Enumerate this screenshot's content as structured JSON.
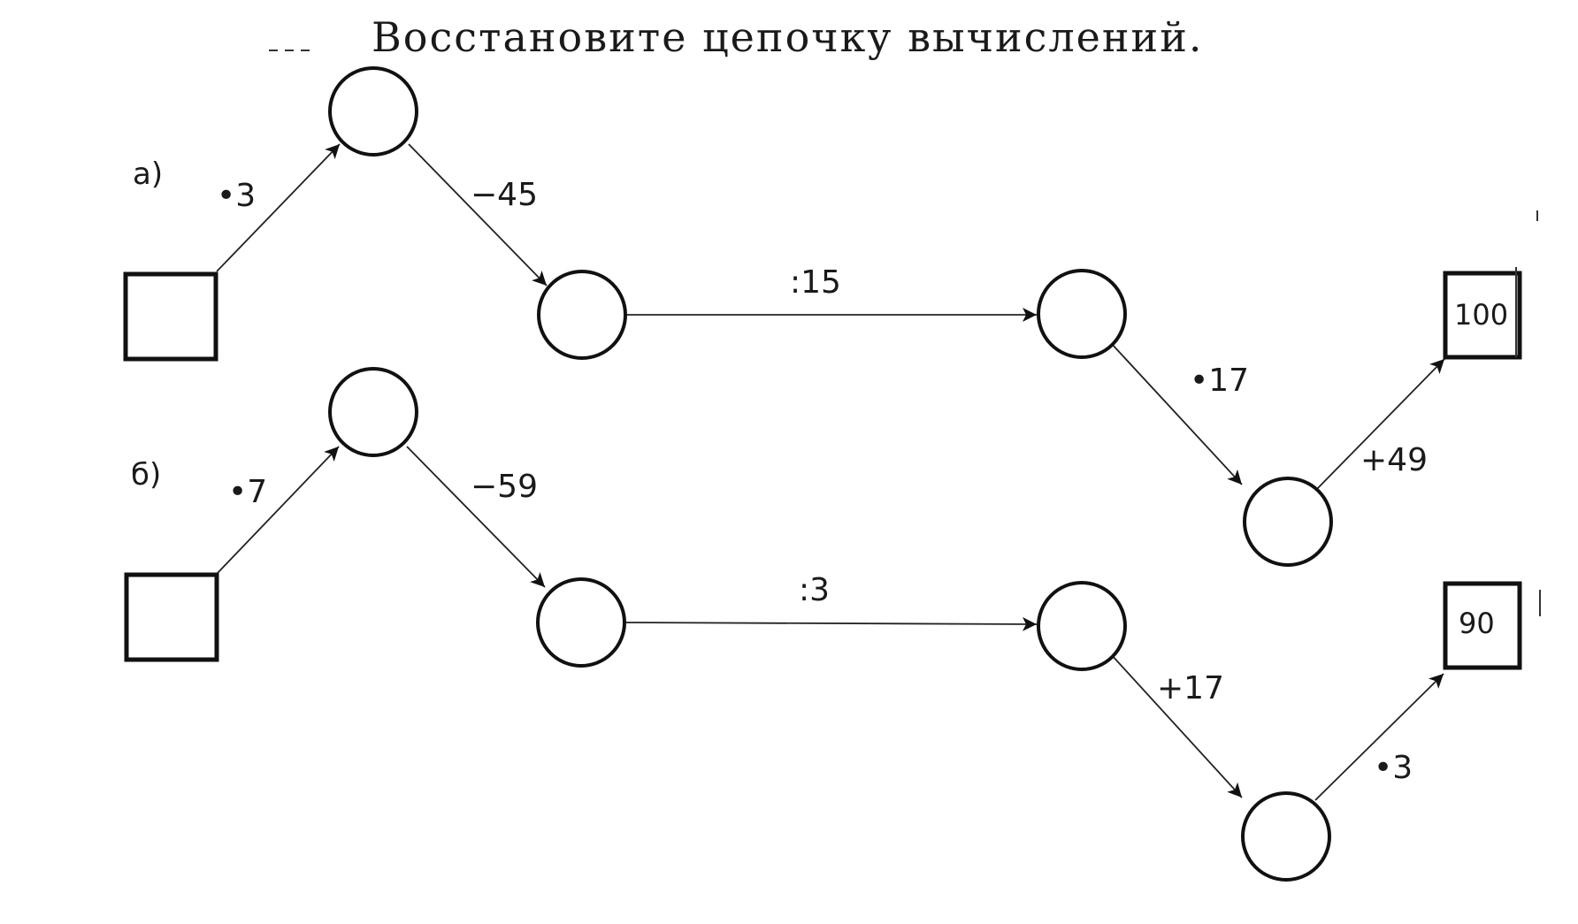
{
  "title": "Восстановите цепочку вычислений.",
  "parts": [
    {
      "label": "а)",
      "result": "100",
      "operations": [
        "•3",
        "−45",
        ":15",
        "•17",
        "+49"
      ]
    },
    {
      "label": "б)",
      "result": "90",
      "operations": [
        "•7",
        "−59",
        ":3",
        "+17",
        "•3"
      ]
    }
  ]
}
